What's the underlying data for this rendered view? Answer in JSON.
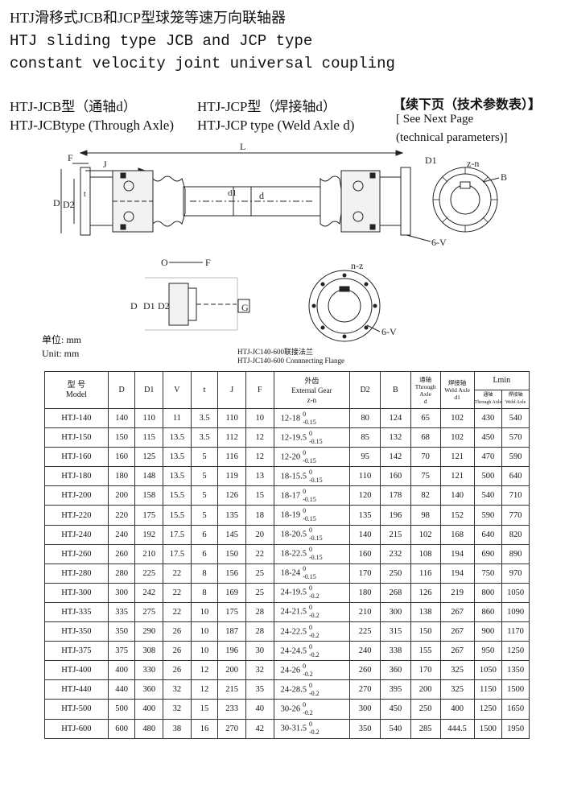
{
  "header": {
    "title_cn": "HTJ滑移式JCB和JCP型球笼等速万向联轴器",
    "title_en_1": "HTJ sliding type JCB and JCP type",
    "title_en_2": "constant velocity joint universal coupling"
  },
  "types": {
    "jcb_cn": "HTJ-JCB型（通轴d）",
    "jcb_en": "HTJ-JCBtype (Through Axle)",
    "jcp_cn": "HTJ-JCP型（焊接轴d）",
    "jcp_en": "HTJ-JCP type (Weld Axle d)"
  },
  "next_page": {
    "cn": "【续下页（技术参数表）】",
    "en_1": "[ See Next Page",
    "en_2": "(technical parameters)]"
  },
  "units": {
    "cn": "单位: mm",
    "en": "Unit: mm"
  },
  "flange_caption": {
    "line1": "HTJ-JC140-600联接法兰",
    "line2": "HTJ-JC140-600 Connnecting Flange"
  },
  "drawing_labels": {
    "F": "F",
    "J": "J",
    "L": "L",
    "D": "D",
    "D2": "D2",
    "t": "t",
    "d1": "d1",
    "d": "d",
    "D1": "D1",
    "zn": "z-n",
    "B": "B",
    "6V": "6-V",
    "O": "O",
    "G": "G",
    "nz": "n-z"
  },
  "table": {
    "headers": {
      "model_cn": "型 号",
      "model_en": "Model",
      "D": "D",
      "D1": "D1",
      "V": "V",
      "t": "t",
      "J": "J",
      "F": "F",
      "gear_cn": "外齿",
      "gear_en": "External Gear",
      "gear_zn": "z-n",
      "D2": "D2",
      "B": "B",
      "through_cn": "通轴",
      "through_en1": "Through",
      "through_en2": "Axle",
      "through_d": "d",
      "weld_cn": "焊接轴",
      "weld_en": "Weld Axle",
      "weld_d1": "d1",
      "lmin": "Lmin",
      "lmin_through_cn": "通轴",
      "lmin_through_en": "Through Axle",
      "lmin_weld_cn": "焊接轴",
      "lmin_weld_en": "Weld Axle"
    },
    "rows": [
      {
        "model": "HTJ-140",
        "D": "140",
        "D1": "110",
        "V": "11",
        "t": "3.5",
        "J": "110",
        "F": "10",
        "gear": "12-18",
        "tu": "0",
        "tl": "-0.15",
        "D2": "80",
        "B": "124",
        "d": "65",
        "d1": "102",
        "l1": "430",
        "l2": "540"
      },
      {
        "model": "HTJ-150",
        "D": "150",
        "D1": "115",
        "V": "13.5",
        "t": "3.5",
        "J": "112",
        "F": "12",
        "gear": "12-19.5",
        "tu": "0",
        "tl": "-0.15",
        "D2": "85",
        "B": "132",
        "d": "68",
        "d1": "102",
        "l1": "450",
        "l2": "570"
      },
      {
        "model": "HTJ-160",
        "D": "160",
        "D1": "125",
        "V": "13.5",
        "t": "5",
        "J": "116",
        "F": "12",
        "gear": "12-20",
        "tu": "0",
        "tl": "-0.15",
        "D2": "95",
        "B": "142",
        "d": "70",
        "d1": "121",
        "l1": "470",
        "l2": "590"
      },
      {
        "model": "HTJ-180",
        "D": "180",
        "D1": "148",
        "V": "13.5",
        "t": "5",
        "J": "119",
        "F": "13",
        "gear": "18-15.5",
        "tu": "0",
        "tl": "-0.15",
        "D2": "110",
        "B": "160",
        "d": "75",
        "d1": "121",
        "l1": "500",
        "l2": "640"
      },
      {
        "model": "HTJ-200",
        "D": "200",
        "D1": "158",
        "V": "15.5",
        "t": "5",
        "J": "126",
        "F": "15",
        "gear": "18-17",
        "tu": "0",
        "tl": "-0.15",
        "D2": "120",
        "B": "178",
        "d": "82",
        "d1": "140",
        "l1": "540",
        "l2": "710"
      },
      {
        "model": "HTJ-220",
        "D": "220",
        "D1": "175",
        "V": "15.5",
        "t": "5",
        "J": "135",
        "F": "18",
        "gear": "18-19",
        "tu": "0",
        "tl": "-0.15",
        "D2": "135",
        "B": "196",
        "d": "98",
        "d1": "152",
        "l1": "590",
        "l2": "770"
      },
      {
        "model": "HTJ-240",
        "D": "240",
        "D1": "192",
        "V": "17.5",
        "t": "6",
        "J": "145",
        "F": "20",
        "gear": "18-20.5",
        "tu": "0",
        "tl": "-0.15",
        "D2": "140",
        "B": "215",
        "d": "102",
        "d1": "168",
        "l1": "640",
        "l2": "820"
      },
      {
        "model": "HTJ-260",
        "D": "260",
        "D1": "210",
        "V": "17.5",
        "t": "6",
        "J": "150",
        "F": "22",
        "gear": "18-22.5",
        "tu": "0",
        "tl": "-0.15",
        "D2": "160",
        "B": "232",
        "d": "108",
        "d1": "194",
        "l1": "690",
        "l2": "890"
      },
      {
        "model": "HTJ-280",
        "D": "280",
        "D1": "225",
        "V": "22",
        "t": "8",
        "J": "156",
        "F": "25",
        "gear": "18-24",
        "tu": "0",
        "tl": "-0.15",
        "D2": "170",
        "B": "250",
        "d": "116",
        "d1": "194",
        "l1": "750",
        "l2": "970"
      },
      {
        "model": "HTJ-300",
        "D": "300",
        "D1": "242",
        "V": "22",
        "t": "8",
        "J": "169",
        "F": "25",
        "gear": "24-19.5",
        "tu": "0",
        "tl": "-0.2",
        "D2": "180",
        "B": "268",
        "d": "126",
        "d1": "219",
        "l1": "800",
        "l2": "1050"
      },
      {
        "model": "HTJ-335",
        "D": "335",
        "D1": "275",
        "V": "22",
        "t": "10",
        "J": "175",
        "F": "28",
        "gear": "24-21.5",
        "tu": "0",
        "tl": "-0.2",
        "D2": "210",
        "B": "300",
        "d": "138",
        "d1": "267",
        "l1": "860",
        "l2": "1090"
      },
      {
        "model": "HTJ-350",
        "D": "350",
        "D1": "290",
        "V": "26",
        "t": "10",
        "J": "187",
        "F": "28",
        "gear": "24-22.5",
        "tu": "0",
        "tl": "-0.2",
        "D2": "225",
        "B": "315",
        "d": "150",
        "d1": "267",
        "l1": "900",
        "l2": "1170"
      },
      {
        "model": "HTJ-375",
        "D": "375",
        "D1": "308",
        "V": "26",
        "t": "10",
        "J": "196",
        "F": "30",
        "gear": "24-24.5",
        "tu": "0",
        "tl": "-0.2",
        "D2": "240",
        "B": "338",
        "d": "155",
        "d1": "267",
        "l1": "950",
        "l2": "1250"
      },
      {
        "model": "HTJ-400",
        "D": "400",
        "D1": "330",
        "V": "26",
        "t": "12",
        "J": "200",
        "F": "32",
        "gear": "24-26",
        "tu": "0",
        "tl": "-0.2",
        "D2": "260",
        "B": "360",
        "d": "170",
        "d1": "325",
        "l1": "1050",
        "l2": "1350"
      },
      {
        "model": "HTJ-440",
        "D": "440",
        "D1": "360",
        "V": "32",
        "t": "12",
        "J": "215",
        "F": "35",
        "gear": "24-28.5",
        "tu": "0",
        "tl": "-0.2",
        "D2": "270",
        "B": "395",
        "d": "200",
        "d1": "325",
        "l1": "1150",
        "l2": "1500"
      },
      {
        "model": "HTJ-500",
        "D": "500",
        "D1": "400",
        "V": "32",
        "t": "15",
        "J": "233",
        "F": "40",
        "gear": "30-26",
        "tu": "0",
        "tl": "-0.2",
        "D2": "300",
        "B": "450",
        "d": "250",
        "d1": "400",
        "l1": "1250",
        "l2": "1650"
      },
      {
        "model": "HTJ-600",
        "D": "600",
        "D1": "480",
        "V": "38",
        "t": "16",
        "J": "270",
        "F": "42",
        "gear": "30-31.5",
        "tu": "0",
        "tl": "-0.2",
        "D2": "350",
        "B": "540",
        "d": "285",
        "d1": "444.5",
        "l1": "1500",
        "l2": "1950"
      }
    ]
  }
}
